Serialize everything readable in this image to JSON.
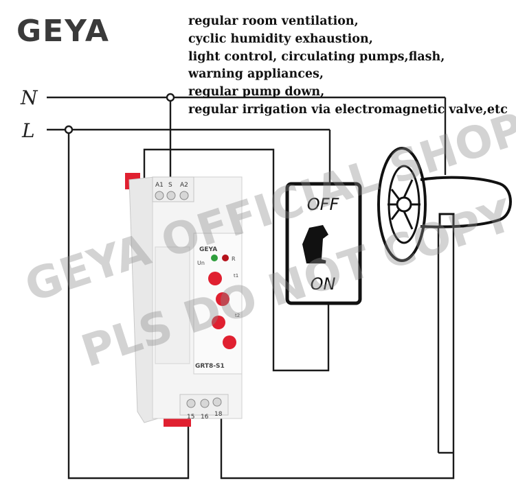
{
  "brand": {
    "logo_text": "GEYA"
  },
  "applications": [
    "regular room ventilation,",
    "cyclic humidity exhaustion,",
    "light control, circulating pumps,flash,",
    "warning appliances,",
    "regular pump down,",
    "regular irrigation via electromagnetic valve,etc"
  ],
  "lines": {
    "neutral": "N",
    "live": "L"
  },
  "relay": {
    "brand": "GEYA",
    "model": "GRT8-S1",
    "indicators": [
      "Un",
      "R"
    ],
    "top_terminals": [
      "A1",
      "S",
      "A2"
    ],
    "bottom_terminals": [
      "15",
      "16",
      "18"
    ],
    "dial_labels": [
      "t1",
      "t2"
    ]
  },
  "switch": {
    "off_label": "OFF",
    "on_label": "ON"
  },
  "watermark": [
    "GEYA OFFICIAL SHOP",
    "PLS DO NOT COPY"
  ],
  "colors": {
    "wire": "#1a1a1a",
    "relay_red": "#e02030",
    "brand_red": "#c8102e",
    "relay_body": "#f2f2f2"
  }
}
